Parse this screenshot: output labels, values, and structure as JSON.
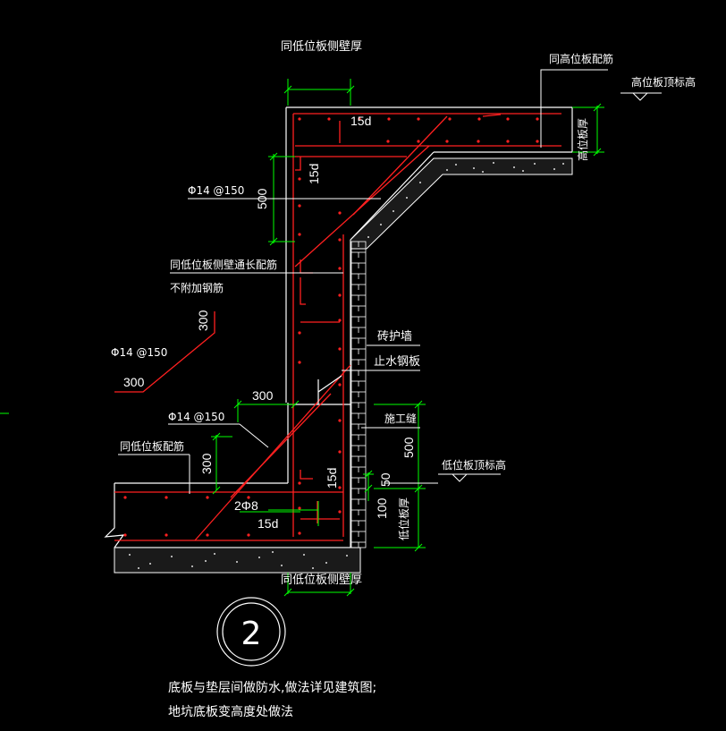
{
  "labels": {
    "top_wall_thickness": "同低位板侧壁厚",
    "high_slab_reinf": "同高位板配筋",
    "high_slab_top_elev": "高位板顶标高",
    "high_slab_thickness": "高位板厚",
    "dim_15d_top": "15d",
    "dim_15d_left": "15d",
    "dim_500_upper": "500",
    "rebar_upper": "Φ14 @150",
    "side_wall_reinf": "同低位板侧壁通长配筋",
    "no_extra_bars": "不附加钢筋",
    "dim_300_diag": "300",
    "rebar_detail": "Φ14 @150",
    "dim_300_detail": "300",
    "brick_wall": "砖护墙",
    "waterstop": "止水钢板",
    "dim_300_mid": "300",
    "construction_joint": "施工缝",
    "rebar_lower": "Φ14 @150",
    "dim_500_lower": "500",
    "low_slab_reinf": "同低位板配筋",
    "dim_300_lower": "300",
    "low_slab_top_elev": "低位板顶标高",
    "dim_15d_lower": "15d",
    "dim_50": "50",
    "bars_2phi8": "2Φ8",
    "dim_100": "100",
    "low_slab_thickness": "低位板厚",
    "dim_15d_bottom": "15d",
    "bottom_wall_thickness": "同低位板侧壁厚",
    "detail_number": "2"
  },
  "caption": {
    "line1": "底板与垫层间做防水,做法详见建筑图;",
    "line2": "地坑底板变高度处做法"
  },
  "colors": {
    "background": "#000000",
    "outline": "#ffffff",
    "rebar": "#ff2020",
    "dimension": "#00ff00",
    "text": "#ffffff"
  }
}
